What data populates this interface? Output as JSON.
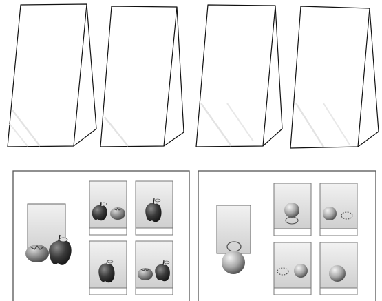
{
  "title": "",
  "tents": {
    "count": 4,
    "fill_color": "#ffffff",
    "stroke_color": "#111111",
    "glare_color": "#e6e6e6"
  },
  "panels": [
    {
      "name": "fruit-panel",
      "subject": "fruit",
      "large_item": [
        "tomato-icon",
        "apple-icon"
      ],
      "small_items": [
        [
          "apple-icon",
          "tomato-icon"
        ],
        [
          "apple-icon"
        ],
        [
          "apple-icon"
        ],
        [
          "tomato-icon",
          "apple-icon"
        ]
      ]
    },
    {
      "name": "ball-panel",
      "subject": "balls",
      "large_item": [
        "ball-icon"
      ],
      "small_items": [
        [
          "ball-icon",
          "ring-icon"
        ],
        [
          "ball-icon",
          "ring-icon"
        ],
        [
          "ring-icon",
          "ball-icon"
        ],
        [
          "ball-icon"
        ]
      ]
    }
  ],
  "colors": {
    "frame": "#555555",
    "card_top": "#f0f0f0",
    "card_bottom": "#d0d0d0",
    "apple": "#3a3a3a",
    "tomato": "#8a8a8a",
    "ball": "#a8a8a8"
  }
}
